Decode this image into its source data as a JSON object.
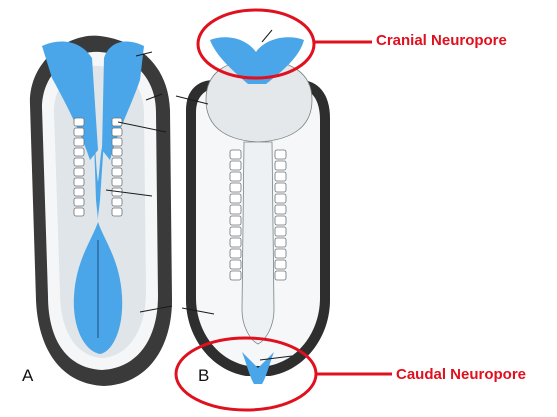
{
  "panels": {
    "a_label": "A",
    "b_label": "B"
  },
  "callouts": {
    "cranial": "Cranial Neuropore",
    "caudal": "Caudal Neuropore"
  },
  "colors": {
    "neural_tissue": "#4aa6e8",
    "callout": "#e0101e",
    "outline": "#1a1a1a"
  }
}
